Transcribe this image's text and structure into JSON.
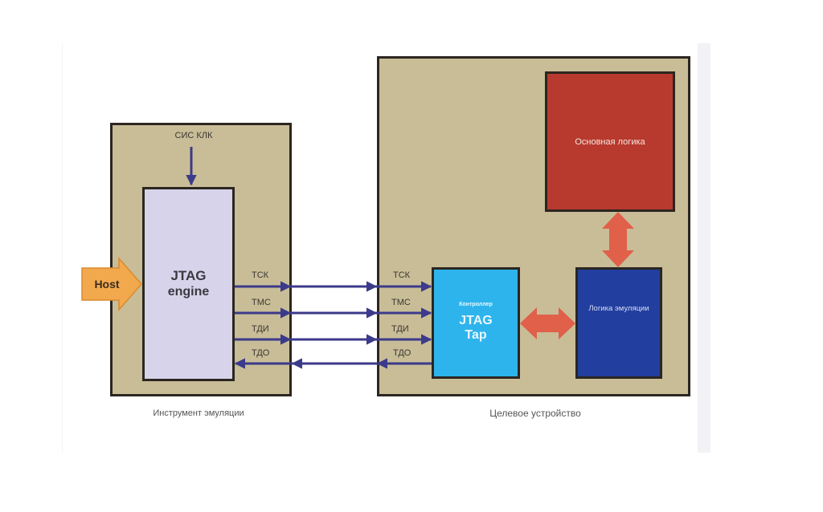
{
  "diagram": {
    "title": "JTAG",
    "host": {
      "label": "Host"
    },
    "emulator": {
      "caption": "Инструмент эмуляции",
      "clock_label": "СИС КЛК",
      "engine": {
        "line1": "JTAG",
        "line2": "engine"
      }
    },
    "target": {
      "caption": "Целевое устройство",
      "main_logic": {
        "label": "Основная логика"
      },
      "tap": {
        "small": "Контроллер",
        "line1": "JTAG",
        "line2": "Tap"
      },
      "emulation_logic": {
        "label": "Логика эмуляции"
      }
    },
    "signals": [
      {
        "name": "ТСК",
        "direction": "to-target"
      },
      {
        "name": "ТМС",
        "direction": "to-target"
      },
      {
        "name": "ТДИ",
        "direction": "to-target"
      },
      {
        "name": "ТДО",
        "direction": "to-host"
      }
    ],
    "colors": {
      "box_fill": "#c8bd97",
      "engine": "#d6d3ea",
      "main_logic": "#b83a2e",
      "tap": "#2eb4ec",
      "emulation_logic": "#223f9f",
      "signal_line": "#3c3a8a",
      "bus_arrow": "#e0604a",
      "host_arrow": "#f2a94e"
    }
  }
}
